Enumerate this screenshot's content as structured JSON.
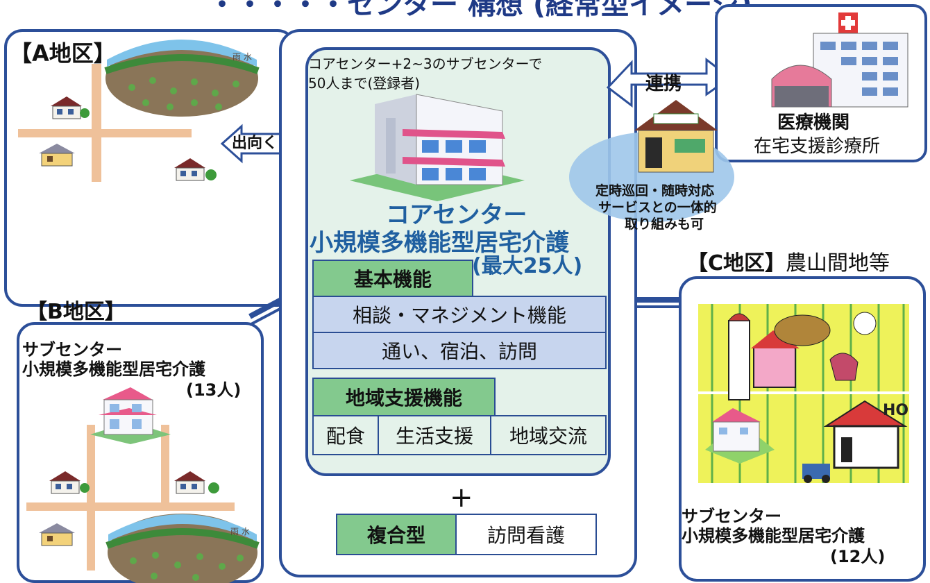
{
  "header": {
    "title_fragment": "・・・・・センター 構想 (経常型イメージ)"
  },
  "area_a": {
    "label": "【A地区】",
    "field_marks": "雨 水"
  },
  "arrow_out": {
    "label": "出向く"
  },
  "area_b": {
    "label": "【B地区】",
    "sub_line1": "サブセンター",
    "sub_line2": "小規模多機能型居宅介護",
    "sub_line3": "(13人)",
    "field_marks": "雨 水"
  },
  "center": {
    "note_line1": "コアセンター+2~3のサブセンターで",
    "note_line2": "50人まで(登録者)",
    "core_title": "コアセンター",
    "core_service": "小規模多機能型居宅介護",
    "core_capacity": "(最大25人)",
    "basic_header": "基本機能",
    "basic_items": [
      "相談・マネジメント機能",
      "通い、宿泊、訪問"
    ],
    "community_header": "地域支援機能",
    "community_items": [
      "配食",
      "生活支援",
      "地域交流"
    ],
    "plus": "+",
    "combo_header": "複合型",
    "combo_item": "訪問看護"
  },
  "link": {
    "label": "連携"
  },
  "medical": {
    "line1": "医療機関",
    "line2": "在宅支援診療所"
  },
  "patrol": {
    "line1": "定時巡回・随時対応",
    "line2": "サービスとの一体的",
    "line3": "取り組みも可"
  },
  "area_c": {
    "label_bracket": "【C地区】",
    "label_rest": "農山間地等",
    "sub_line1": "サブセンター",
    "sub_line2": "小規模多機能型居宅介護",
    "sub_line3": "(12人)",
    "farm_sign": "HO"
  },
  "colors": {
    "panel_border": "#2c4f99",
    "light_blue": "#c7d5ee",
    "green": "#83c98e",
    "mint_bg": "#e4f2ea",
    "road": "#efc19a"
  }
}
